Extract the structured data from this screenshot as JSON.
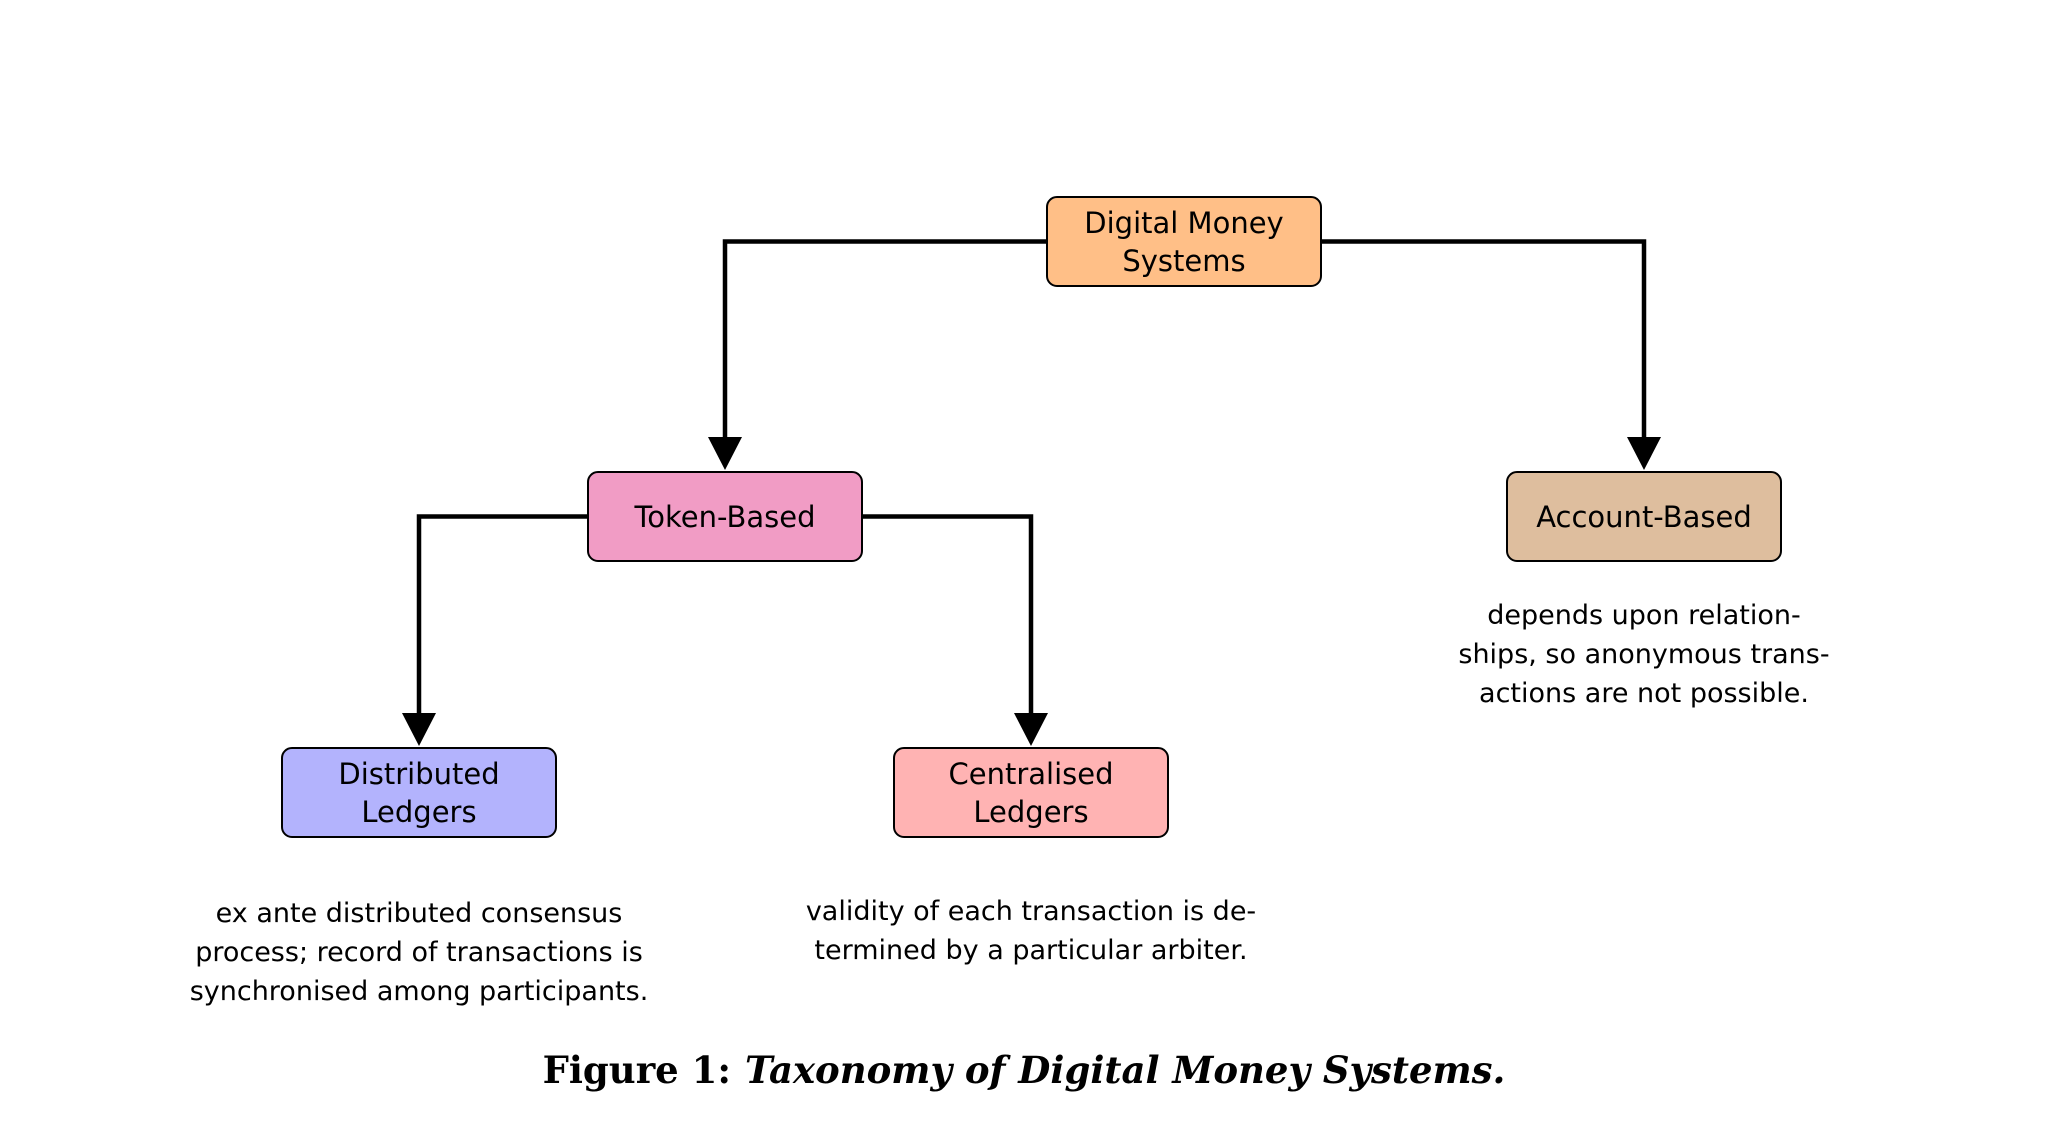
{
  "colors": {
    "digital_money": "#FFBF87",
    "token_based": "#F19CC5",
    "account_based": "#DEBE9E",
    "distributed": "#B3B3FD",
    "centralised": "#FFB3B3",
    "edge": "#000000"
  },
  "nodes": {
    "digital_money": "Digital Money\nSystems",
    "token_based": "Token-Based",
    "account_based": "Account-Based",
    "distributed": "Distributed\nLedgers",
    "centralised": "Centralised\nLedgers"
  },
  "notes": {
    "account_based": "depends upon relation-\nships, so anonymous trans-\nactions are not possible.",
    "distributed": "ex ante distributed consensus\nprocess; record of transactions is\nsynchronised among participants.",
    "centralised": "validity of each transaction is de-\ntermined by a particular arbiter."
  },
  "caption": {
    "label": "Figure 1:",
    "text": "Taxonomy of Digital Money Systems."
  },
  "edges": [
    {
      "from": "digital_money",
      "to": "token_based"
    },
    {
      "from": "digital_money",
      "to": "account_based"
    },
    {
      "from": "token_based",
      "to": "distributed"
    },
    {
      "from": "token_based",
      "to": "centralised"
    }
  ]
}
